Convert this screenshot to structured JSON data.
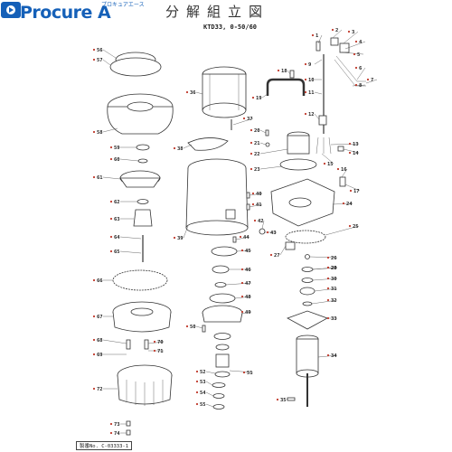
{
  "header": {
    "logo_text": "Procure A",
    "logo_kana": "プロキュアエース",
    "title": "分解組立図",
    "model": "KTD33, 0-50/60"
  },
  "footer": {
    "drawing_no": "製番No. C-03333-1"
  },
  "parts": [
    {
      "id": "p1",
      "label": "1"
    },
    {
      "id": "p2",
      "label": "2"
    },
    {
      "id": "p3",
      "label": "3"
    },
    {
      "id": "p4",
      "label": "4"
    },
    {
      "id": "p5",
      "label": "5"
    },
    {
      "id": "p6",
      "label": "6"
    },
    {
      "id": "p7",
      "label": "7"
    },
    {
      "id": "p8",
      "label": "8"
    },
    {
      "id": "p9",
      "label": "9"
    },
    {
      "id": "p10",
      "label": "10"
    },
    {
      "id": "p11",
      "label": "11"
    },
    {
      "id": "p12",
      "label": "12"
    },
    {
      "id": "p13",
      "label": "13"
    },
    {
      "id": "p14",
      "label": "14"
    },
    {
      "id": "p15",
      "label": "15"
    },
    {
      "id": "p16",
      "label": "16"
    },
    {
      "id": "p17",
      "label": "17"
    },
    {
      "id": "p18",
      "label": "18"
    },
    {
      "id": "p19",
      "label": "19"
    },
    {
      "id": "p20",
      "label": "20"
    },
    {
      "id": "p21",
      "label": "21"
    },
    {
      "id": "p22",
      "label": "22"
    },
    {
      "id": "p23",
      "label": "23"
    },
    {
      "id": "p24",
      "label": "24"
    },
    {
      "id": "p25",
      "label": "25"
    },
    {
      "id": "p26",
      "label": "26"
    },
    {
      "id": "p27",
      "label": "27"
    },
    {
      "id": "p28",
      "label": "28"
    },
    {
      "id": "p29",
      "label": "29"
    },
    {
      "id": "p30",
      "label": "30"
    },
    {
      "id": "p31",
      "label": "31"
    },
    {
      "id": "p32",
      "label": "32"
    },
    {
      "id": "p33",
      "label": "33"
    },
    {
      "id": "p34",
      "label": "34"
    },
    {
      "id": "p35",
      "label": "35"
    },
    {
      "id": "p36",
      "label": "36"
    },
    {
      "id": "p37",
      "label": "37"
    },
    {
      "id": "p38",
      "label": "38"
    },
    {
      "id": "p39",
      "label": "39"
    },
    {
      "id": "p40",
      "label": "40"
    },
    {
      "id": "p41",
      "label": "41"
    },
    {
      "id": "p42",
      "label": "42"
    },
    {
      "id": "p43",
      "label": "43"
    },
    {
      "id": "p44",
      "label": "44"
    },
    {
      "id": "p45",
      "label": "45"
    },
    {
      "id": "p46",
      "label": "46"
    },
    {
      "id": "p47",
      "label": "47"
    },
    {
      "id": "p48",
      "label": "48"
    },
    {
      "id": "p49",
      "label": "49"
    },
    {
      "id": "p50",
      "label": "50"
    },
    {
      "id": "p51",
      "label": "51"
    },
    {
      "id": "p52",
      "label": "52"
    },
    {
      "id": "p53",
      "label": "53"
    },
    {
      "id": "p54",
      "label": "54"
    },
    {
      "id": "p55",
      "label": "55"
    },
    {
      "id": "p56",
      "label": "56"
    },
    {
      "id": "p57",
      "label": "57"
    },
    {
      "id": "p58",
      "label": "58"
    },
    {
      "id": "p59",
      "label": "59"
    },
    {
      "id": "p60",
      "label": "60"
    },
    {
      "id": "p61",
      "label": "61"
    },
    {
      "id": "p62",
      "label": "62"
    },
    {
      "id": "p63",
      "label": "63"
    },
    {
      "id": "p64",
      "label": "64"
    },
    {
      "id": "p65",
      "label": "65"
    },
    {
      "id": "p66",
      "label": "66"
    },
    {
      "id": "p67",
      "label": "67"
    },
    {
      "id": "p68",
      "label": "68"
    },
    {
      "id": "p69",
      "label": "69"
    },
    {
      "id": "p70",
      "label": "70"
    },
    {
      "id": "p71",
      "label": "71"
    },
    {
      "id": "p72",
      "label": "72"
    },
    {
      "id": "p73",
      "label": "73"
    },
    {
      "id": "p74",
      "label": "74"
    }
  ]
}
